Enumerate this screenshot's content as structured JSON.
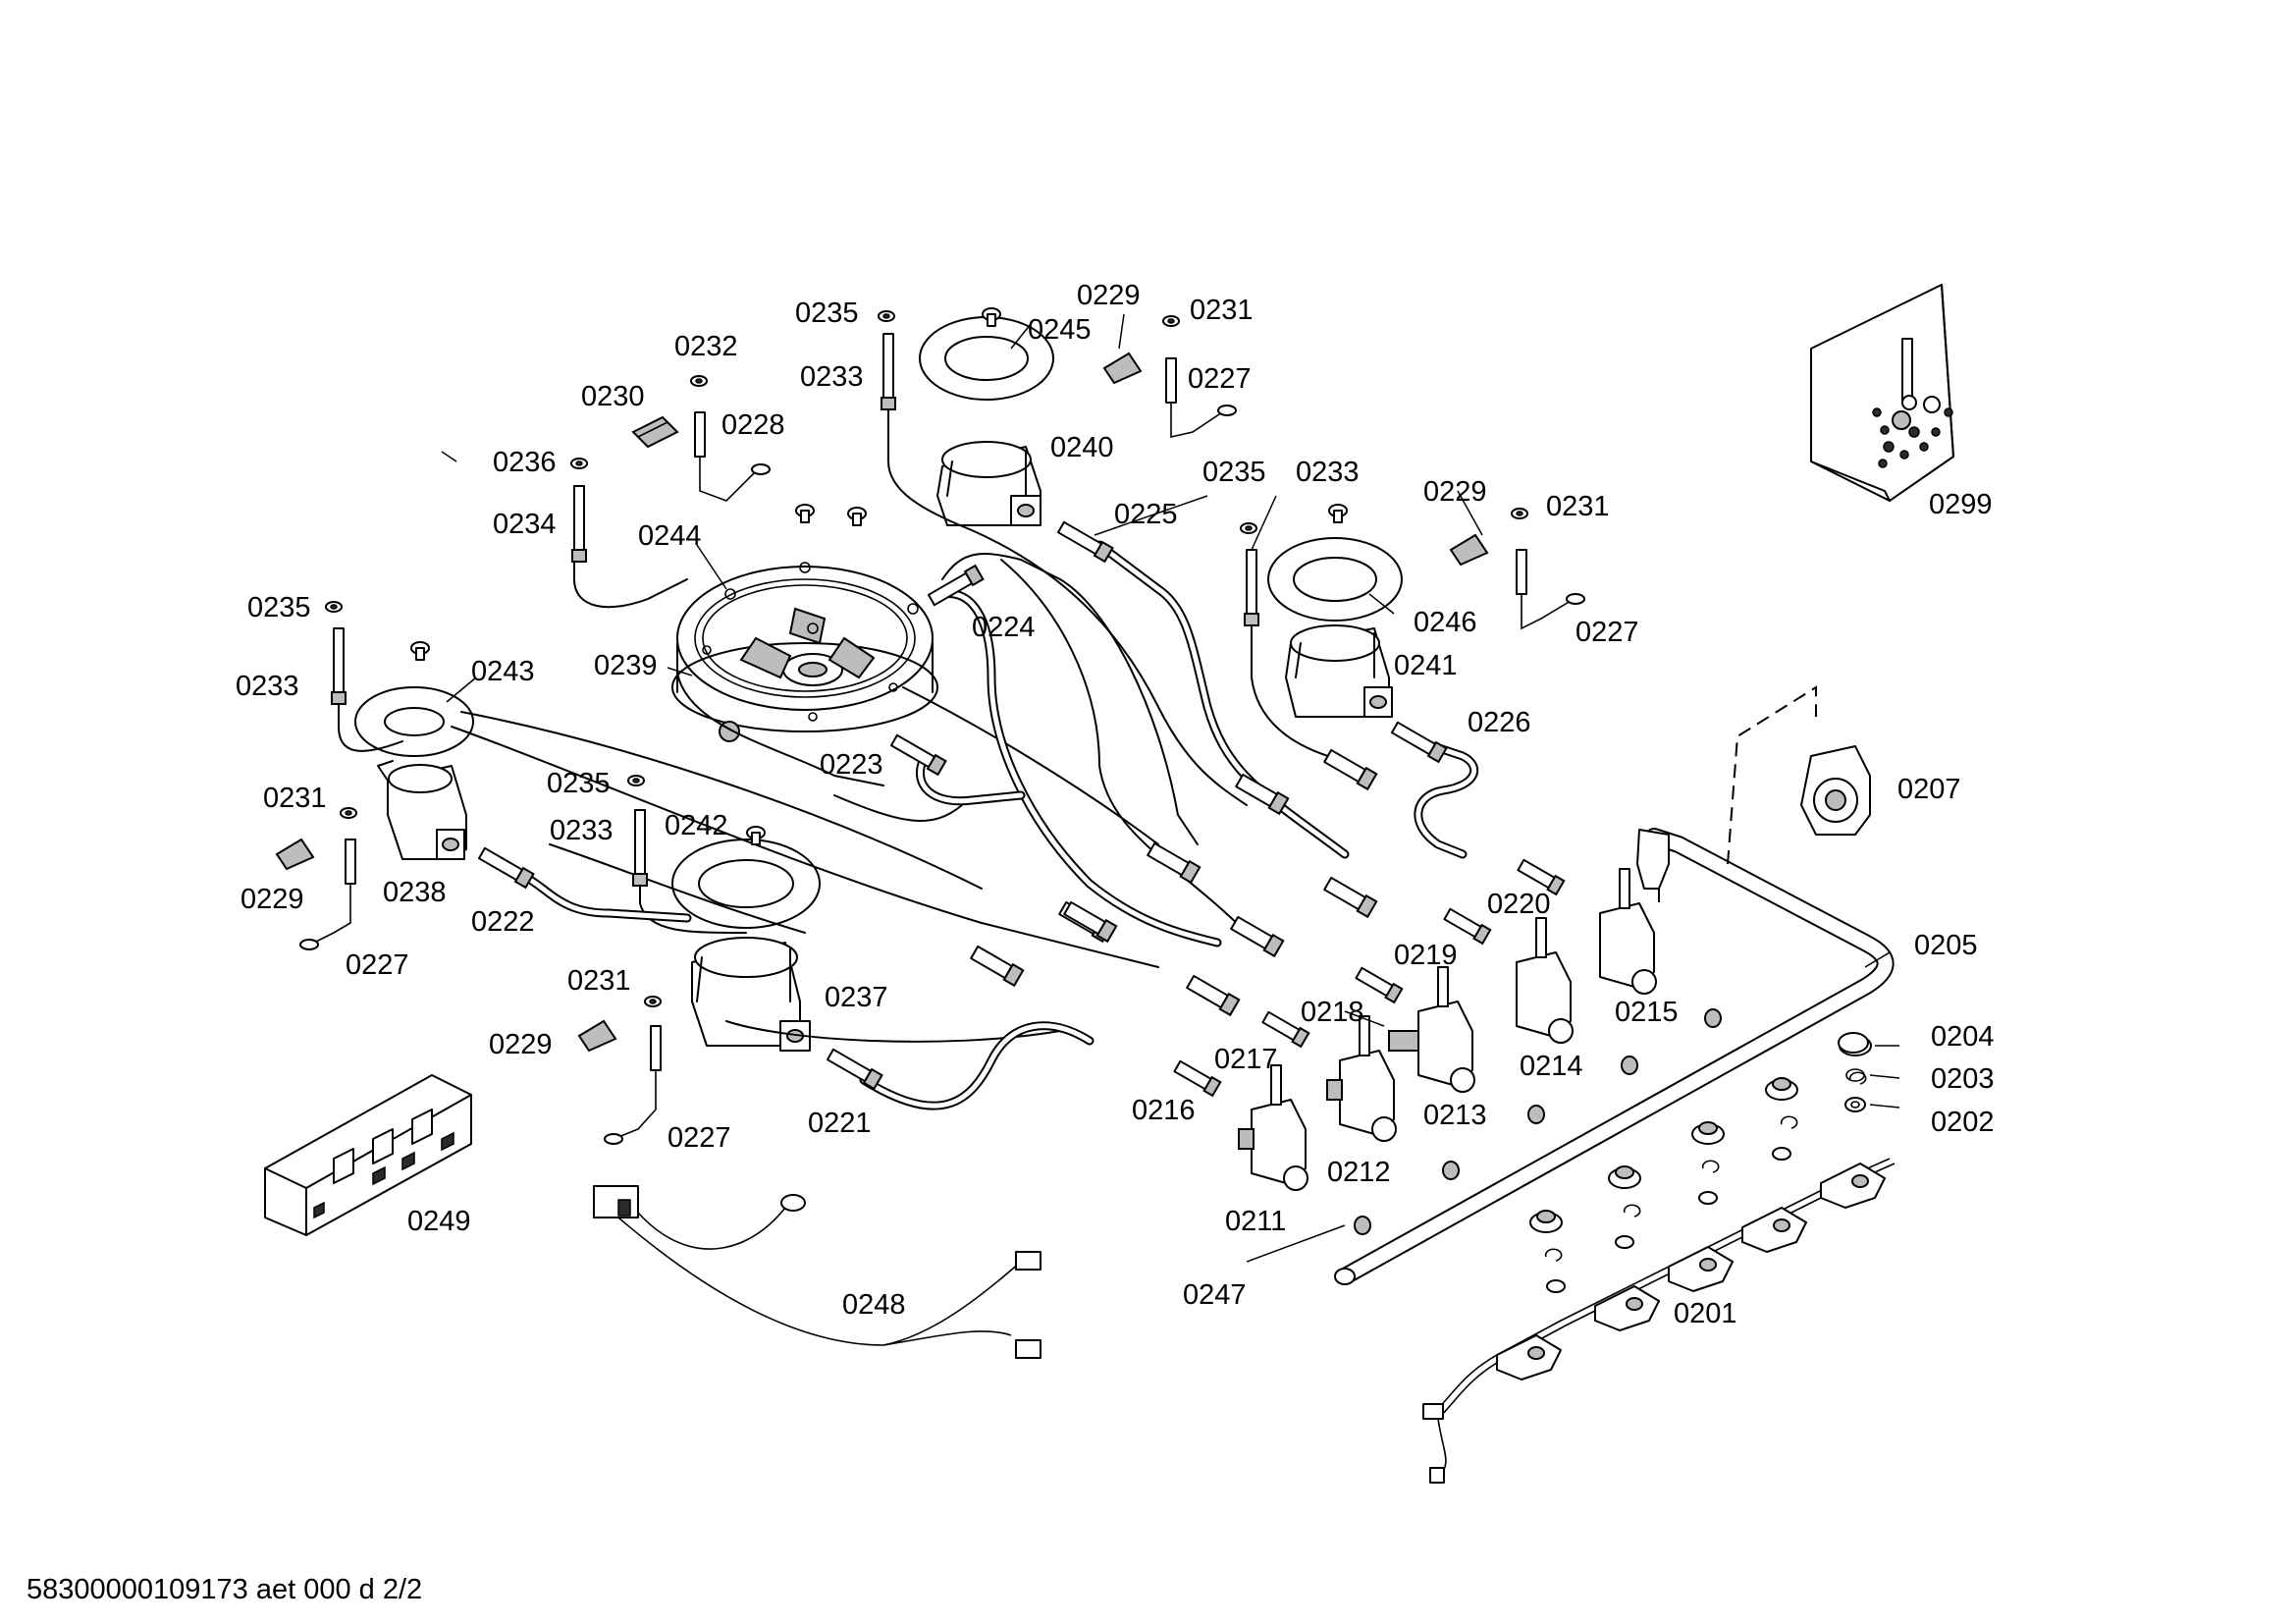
{
  "document": {
    "footer_text": "58300000109173 aet 000 d 2/2"
  },
  "parts": {
    "p0201": "0201",
    "p0202": "0202",
    "p0203": "0203",
    "p0204": "0204",
    "p0205": "0205",
    "p0207": "0207",
    "p0211": "0211",
    "p0212": "0212",
    "p0213": "0213",
    "p0214": "0214",
    "p0215": "0215",
    "p0216": "0216",
    "p0217": "0217",
    "p0218": "0218",
    "p0219": "0219",
    "p0220": "0220",
    "p0221": "0221",
    "p0222": "0222",
    "p0223": "0223",
    "p0224": "0224",
    "p0225": "0225",
    "p0226": "0226",
    "p0227": "0227",
    "p0228": "0228",
    "p0229": "0229",
    "p0230": "0230",
    "p0231": "0231",
    "p0232": "0232",
    "p0233": "0233",
    "p0234": "0234",
    "p0235": "0235",
    "p0236": "0236",
    "p0237": "0237",
    "p0238": "0238",
    "p0239": "0239",
    "p0240": "0240",
    "p0241": "0241",
    "p0242": "0242",
    "p0243": "0243",
    "p0244": "0244",
    "p0245": "0245",
    "p0246": "0246",
    "p0247": "0247",
    "p0248": "0248",
    "p0249": "0249",
    "p0299": "0299"
  }
}
